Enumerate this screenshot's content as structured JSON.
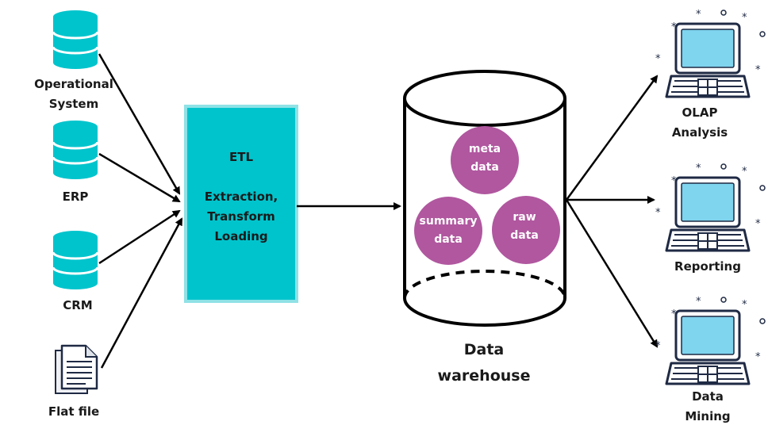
{
  "sources": [
    {
      "label": "Operational\nSystem",
      "icon": "database-icon"
    },
    {
      "label": "ERP",
      "icon": "database-icon"
    },
    {
      "label": "CRM",
      "icon": "database-icon"
    },
    {
      "label": "Flat file",
      "icon": "document-icon"
    }
  ],
  "etl": {
    "title": "ETL",
    "line1": "Extraction,",
    "line2": "Transform",
    "line3": "Loading"
  },
  "warehouse": {
    "label": "Data\nwarehouse",
    "contents": [
      {
        "label": "meta\ndata"
      },
      {
        "label": "summary\ndata"
      },
      {
        "label": "raw\ndata"
      }
    ]
  },
  "outputs": [
    {
      "label": "OLAP\nAnalysis",
      "icon": "laptop-icon"
    },
    {
      "label": "Reporting",
      "icon": "laptop-icon"
    },
    {
      "label": "Data\nMining",
      "icon": "laptop-icon"
    }
  ],
  "colors": {
    "database": "#00c4cc",
    "etl_fill": "#00c4cc",
    "etl_border": "#7fe0e4",
    "circles": "#b0579f",
    "laptop_screen": "#7fd4ee",
    "lines": "#000000"
  }
}
